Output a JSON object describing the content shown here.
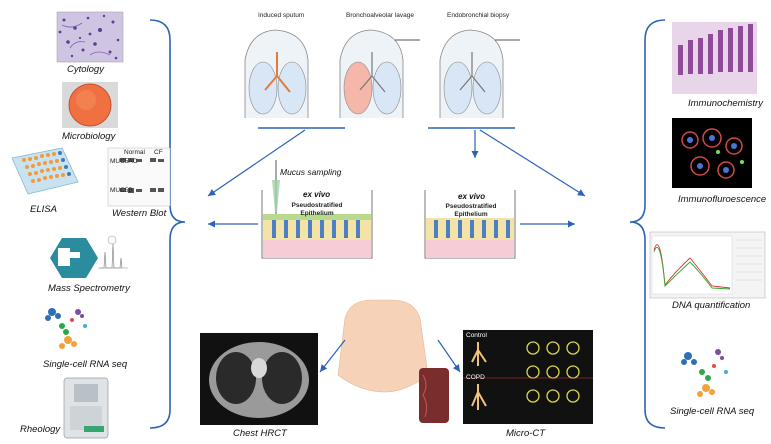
{
  "left_methods": {
    "cytology": "Cytology",
    "microbiology": "Microbiology",
    "elisa": "ELISA",
    "western_blot": "Western Blot",
    "mass_spec": "Mass Spectrometry",
    "scrna": "Single-cell RNA seq",
    "rheology": "Rheology",
    "wb_muc5ac": "MUC5AC",
    "wb_muc5b": "MUC5B",
    "wb_normal": "Normal",
    "wb_cf": "CF"
  },
  "sampling": {
    "induced_sputum": "Induced sputum",
    "bal": "Bronchoalveolar lavage",
    "biopsy": "Endobronchial biopsy"
  },
  "center": {
    "mucus_sampling": "Mucus sampling",
    "exvivo": "ex vivo",
    "pseudostratified": "Pseudostratified",
    "epithelium": "Epithelium",
    "chest_hrct": "Chest HRCT",
    "micro_ct": "Micro-CT",
    "control": "Control",
    "copd": "COPD"
  },
  "right_methods": {
    "immunochemistry": "Immunochemistry",
    "immunofluorescence": "Immunofluroescence",
    "dna_quant": "DNA quantification",
    "scrna": "Single-cell RNA seq"
  },
  "colors": {
    "arrow": "#2b63b6",
    "bracket": "#2b63b6",
    "lung": "#d9e6f5",
    "skin": "#f6d2b9",
    "mucus": "#b9d98f",
    "orange": "#f3a23a"
  }
}
